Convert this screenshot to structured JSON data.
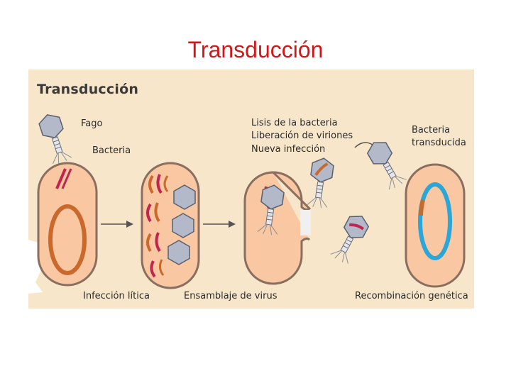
{
  "slide": {
    "title": "Transducción"
  },
  "figure": {
    "title": "Transducción",
    "labels": {
      "fago": "Fago",
      "bacteria": "Bacteria",
      "lisis": [
        "Lisis de la bacteria",
        "Liberación de viriones",
        "Nueva infección"
      ],
      "bacteria_transducida": [
        "Bacteria",
        "transducida"
      ]
    },
    "stages": [
      "Infección lítica",
      "Ensamblaje de virus",
      "Recombinación genética"
    ],
    "colors": {
      "background": "#f7e6c9",
      "cell_fill": "#f9c7a1",
      "cell_border": "#8a6f60",
      "chromosome": "#c96a2c",
      "phage_dna": "#c0254f",
      "recombined_dna": "#2aa6d8",
      "phage_head": "#b3b9c8",
      "title_red": "#d01818"
    }
  }
}
